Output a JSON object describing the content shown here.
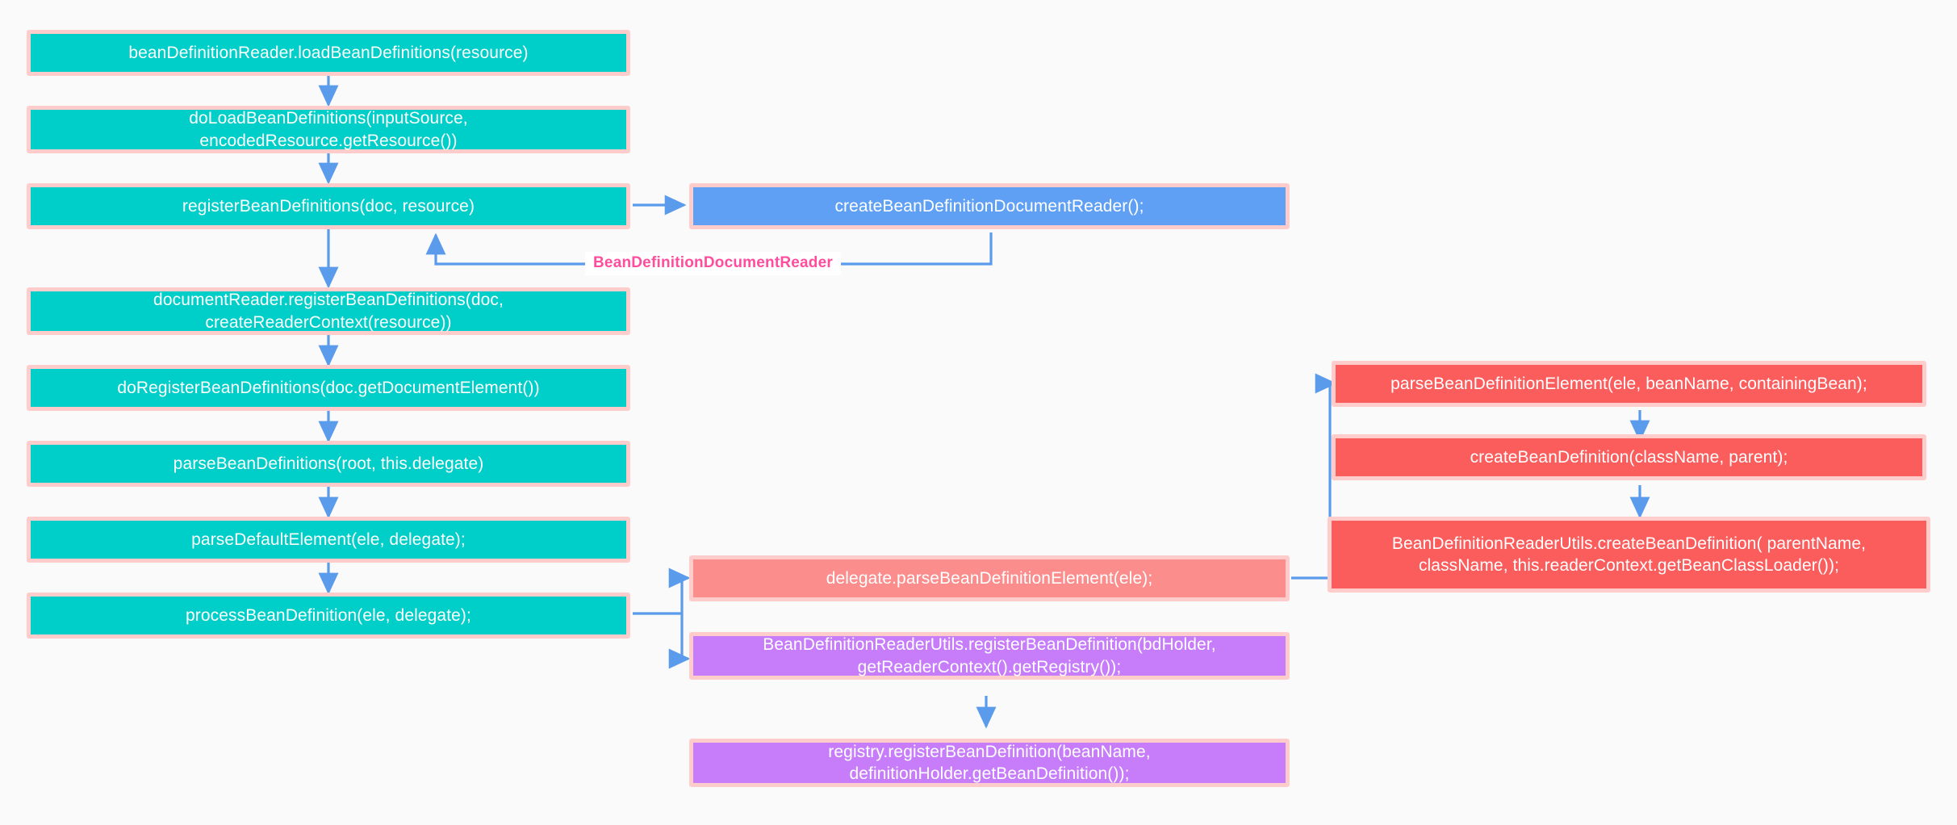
{
  "diagram": {
    "type": "flowchart",
    "title": "Spring BeanDefinition loading call flow",
    "background_color": "#fafafa",
    "node_border_color": "#ffcccc",
    "edge_color": "#5b9bec",
    "colors": {
      "teal": "#00cec9",
      "blue": "#5fa0f5",
      "red": "#fb5c5c",
      "salmon": "#fc8d8d",
      "purple": "#c77dfa",
      "edge_label_text": "#ff4d9e"
    },
    "nodes": [
      {
        "id": "n1",
        "label": "beanDefinitionReader.loadBeanDefinitions(resource)"
      },
      {
        "id": "n2",
        "label": "doLoadBeanDefinitions(inputSource,\nencodedResource.getResource())"
      },
      {
        "id": "n3",
        "label": "registerBeanDefinitions(doc, resource)"
      },
      {
        "id": "n4",
        "label": "createBeanDefinitionDocumentReader();"
      },
      {
        "id": "n5",
        "label": "documentReader.registerBeanDefinitions(doc,\ncreateReaderContext(resource))"
      },
      {
        "id": "n6",
        "label": "doRegisterBeanDefinitions(doc.getDocumentElement())"
      },
      {
        "id": "n7",
        "label": "parseBeanDefinitions(root, this.delegate)"
      },
      {
        "id": "n8",
        "label": "parseDefaultElement(ele, delegate);"
      },
      {
        "id": "n9",
        "label": "processBeanDefinition(ele, delegate);"
      },
      {
        "id": "n10",
        "label": "delegate.parseBeanDefinitionElement(ele);"
      },
      {
        "id": "n11",
        "label": "BeanDefinitionReaderUtils.registerBeanDefinition(bdHolder,\ngetReaderContext().getRegistry());"
      },
      {
        "id": "n12",
        "label": "registry.registerBeanDefinition(beanName,\ndefinitionHolder.getBeanDefinition());"
      },
      {
        "id": "n13",
        "label": "parseBeanDefinitionElement(ele, beanName, containingBean);"
      },
      {
        "id": "n14",
        "label": "createBeanDefinition(className, parent);"
      },
      {
        "id": "n15",
        "label": "BeanDefinitionReaderUtils.createBeanDefinition( parentName,\nclassName, this.readerContext.getBeanClassLoader());"
      }
    ],
    "edge_labels": [
      {
        "id": "el1",
        "text": "BeanDefinitionDocumentReader"
      }
    ]
  }
}
